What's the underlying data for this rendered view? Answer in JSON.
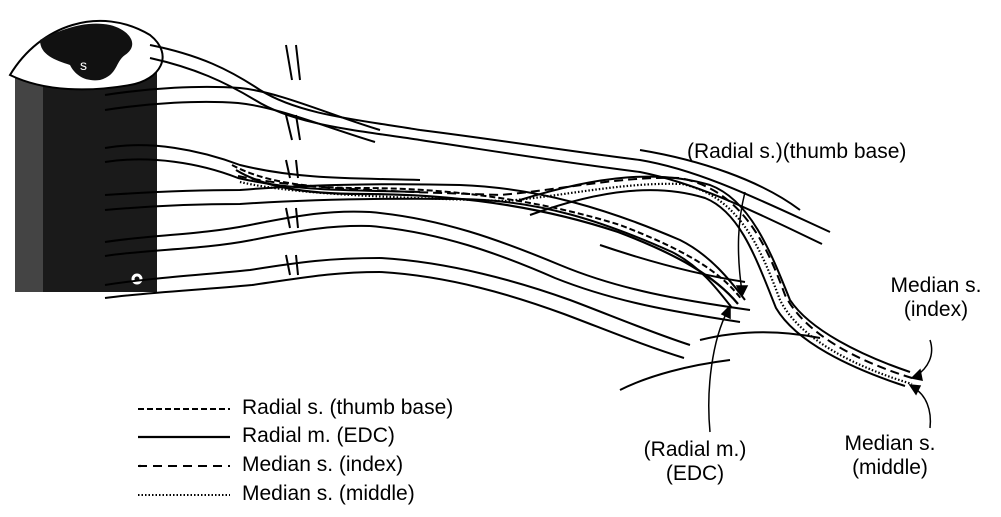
{
  "labels": {
    "radial_s_top": "(Radial s.)(thumb base)",
    "median_index": [
      "Median s.",
      "(index)"
    ],
    "radial_m": [
      "(Radial m.)",
      "(EDC)"
    ],
    "median_middle": [
      "Median s.",
      "(middle)"
    ]
  },
  "legend": [
    {
      "style": "dashed",
      "text": "Radial s. (thumb base)"
    },
    {
      "style": "solid",
      "text": "Radial m. (EDC)"
    },
    {
      "style": "dash-dot",
      "text": "Median s. (index)"
    },
    {
      "style": "dotted",
      "text": "Median s. (middle)"
    }
  ],
  "colors": {
    "ink": "#000000",
    "paper": "#ffffff",
    "cord": "#111111"
  }
}
